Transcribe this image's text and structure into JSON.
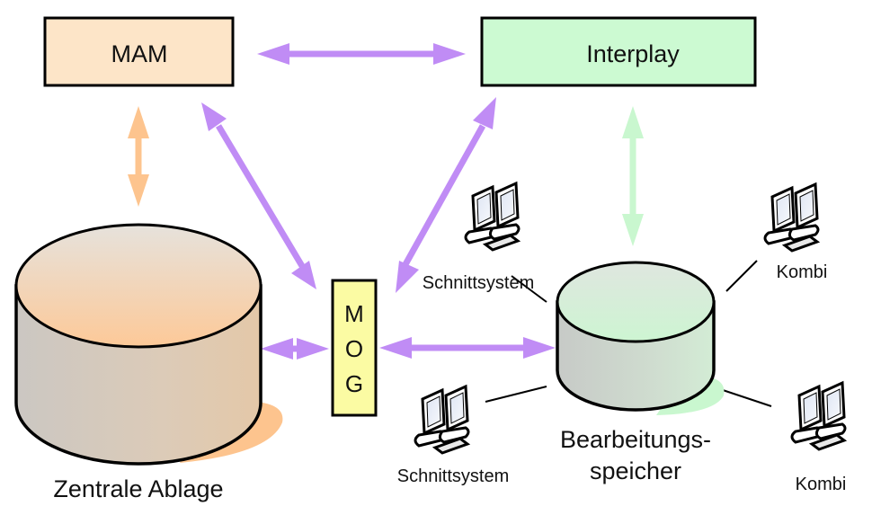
{
  "nodes": {
    "mam": {
      "label": "MAM",
      "color": "#fde5c8"
    },
    "interplay": {
      "label": "Interplay",
      "color": "#ccfad2"
    },
    "mog": {
      "letters": [
        "M",
        "O",
        "G"
      ],
      "color": "#fbfba3"
    },
    "central_storage": {
      "label": "Zentrale Ablage",
      "accent": "#fdc48e"
    },
    "edit_storage": {
      "label_line1": "Bearbeitungs-",
      "label_line2": "speicher",
      "accent": "#c9f7cf"
    }
  },
  "workstations": [
    {
      "id": "schnitt-top",
      "label": "Schnittsystem"
    },
    {
      "id": "schnitt-bottom",
      "label": "Schnittsystem"
    },
    {
      "id": "kombi-top",
      "label": "Kombi"
    },
    {
      "id": "kombi-bottom",
      "label": "Kombi"
    }
  ],
  "colors": {
    "arrow_purple": "#c08cf5",
    "arrow_orange": "#fdc48e",
    "arrow_green": "#c9f7cf",
    "outline": "#000000"
  },
  "connections": [
    {
      "from": "MAM",
      "to": "Interplay",
      "type": "bidirectional",
      "color": "purple"
    },
    {
      "from": "MAM",
      "to": "Zentrale Ablage",
      "type": "bidirectional",
      "color": "orange"
    },
    {
      "from": "MAM",
      "to": "MOG",
      "type": "bidirectional",
      "color": "purple"
    },
    {
      "from": "Interplay",
      "to": "MOG",
      "type": "bidirectional",
      "color": "purple"
    },
    {
      "from": "Interplay",
      "to": "Bearbeitungsspeicher",
      "type": "bidirectional",
      "color": "green"
    },
    {
      "from": "Zentrale Ablage",
      "to": "MOG",
      "type": "bidirectional",
      "color": "purple"
    },
    {
      "from": "MOG",
      "to": "Bearbeitungsspeicher",
      "type": "bidirectional",
      "color": "purple"
    }
  ]
}
